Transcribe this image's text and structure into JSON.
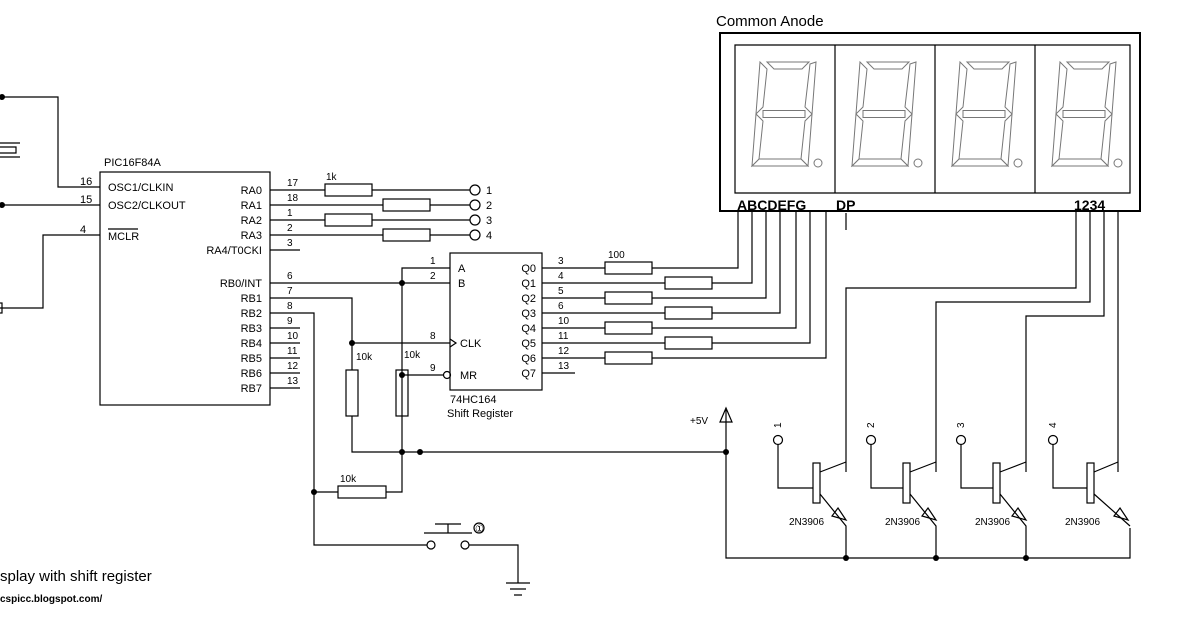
{
  "title": "splay with shift register",
  "url": "cspicc.blogspot.com/",
  "mcu": {
    "name": "PIC16F84A",
    "left_pins": [
      {
        "num": "16",
        "label": "OSC1/CLKIN"
      },
      {
        "num": "15",
        "label": "OSC2/CLKOUT"
      },
      {
        "num": "4",
        "label": "MCLR"
      }
    ],
    "right_pins": [
      {
        "num": "17",
        "label": "RA0"
      },
      {
        "num": "18",
        "label": "RA1"
      },
      {
        "num": "1",
        "label": "RA2"
      },
      {
        "num": "2",
        "label": "RA3"
      },
      {
        "num": "3",
        "label": "RA4/T0CKI"
      },
      {
        "num": "6",
        "label": "RB0/INT"
      },
      {
        "num": "7",
        "label": "RB1"
      },
      {
        "num": "8",
        "label": "RB2"
      },
      {
        "num": "9",
        "label": "RB3"
      },
      {
        "num": "10",
        "label": "RB4"
      },
      {
        "num": "11",
        "label": "RB5"
      },
      {
        "num": "12",
        "label": "RB6"
      },
      {
        "num": "13",
        "label": "RB7"
      }
    ]
  },
  "shift_register": {
    "part": "74HC164",
    "desc": "Shift Register",
    "inputs": [
      {
        "num": "1",
        "label": "A"
      },
      {
        "num": "2",
        "label": "B"
      },
      {
        "num": "8",
        "label": "CLK"
      },
      {
        "num": "9",
        "label": "MR"
      }
    ],
    "outputs": [
      {
        "num": "3",
        "label": "Q0"
      },
      {
        "num": "4",
        "label": "Q1"
      },
      {
        "num": "5",
        "label": "Q2"
      },
      {
        "num": "6",
        "label": "Q3"
      },
      {
        "num": "10",
        "label": "Q4"
      },
      {
        "num": "11",
        "label": "Q5"
      },
      {
        "num": "12",
        "label": "Q6"
      },
      {
        "num": "13",
        "label": "Q7"
      }
    ]
  },
  "resistors": {
    "ra": "1k",
    "seg": "100",
    "r1": "10k",
    "r2": "10k",
    "r3": "10k"
  },
  "terminals": [
    "1",
    "2",
    "3",
    "4"
  ],
  "display": {
    "title": "Common Anode",
    "segments": "ABCDEFG",
    "dp": "DP",
    "digits": "1234"
  },
  "supply": "+5V",
  "transistors": {
    "part": "2N3906",
    "bases": [
      "1",
      "2",
      "3",
      "4"
    ]
  },
  "switch_mark": "①"
}
